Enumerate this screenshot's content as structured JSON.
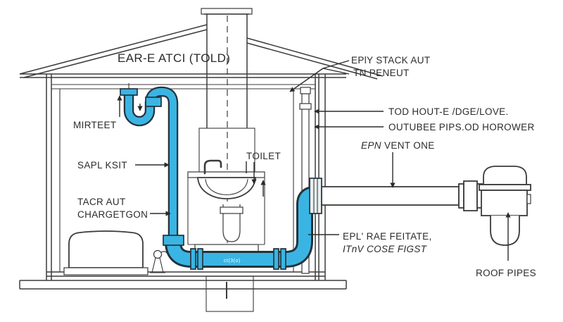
{
  "diagram": {
    "type": "plumbing-vent-cross-section",
    "colors": {
      "background": "#ffffff",
      "pipe_blue": "#3AB5E3",
      "pipe_blue_dark": "#1E80B5",
      "ink": "#3b3b3b",
      "label_ink": "#2b2b2b",
      "fitting_gray": "#e8eef0"
    },
    "labels": {
      "roof_attic": "EAR-E ATCI (TOLD)",
      "stack_line1": "EPlY STACK AUT",
      "stack_line2": "TN PENEUT",
      "wall_line1": "TOD HOUT-E /DGE/LOVE.",
      "wall_line2": "OUTUBEE PIPS.OD HOROWER",
      "vent_prefix": "EPN",
      "vent_rest": "VENT ONE",
      "trap": "MIRTEET",
      "sink": "SAPL KSIT",
      "discharge_line1": "TACR AUT",
      "discharge_line2": "CHARGETGON",
      "toilet": "TOILET",
      "fixture_line1": "EPL' RAE FEITATE,",
      "fixture_line2": "ITnV COSE FIGST",
      "roof_pipes": "ROOF PIPES",
      "pipe_stamp": "ct(3(o)"
    }
  }
}
